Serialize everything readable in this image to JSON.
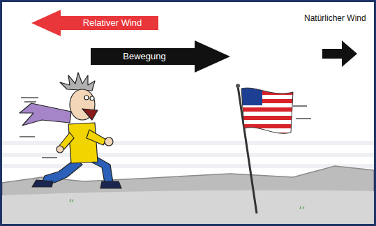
{
  "diagram": {
    "nodes": [
      {
        "text": [
          "Relativer Wind"
        ]
      },
      {
        "text": [
          "Bewegung"
        ]
      }
    ],
    "labels": [
      "Natürlicher Wind"
    ]
  }
}
